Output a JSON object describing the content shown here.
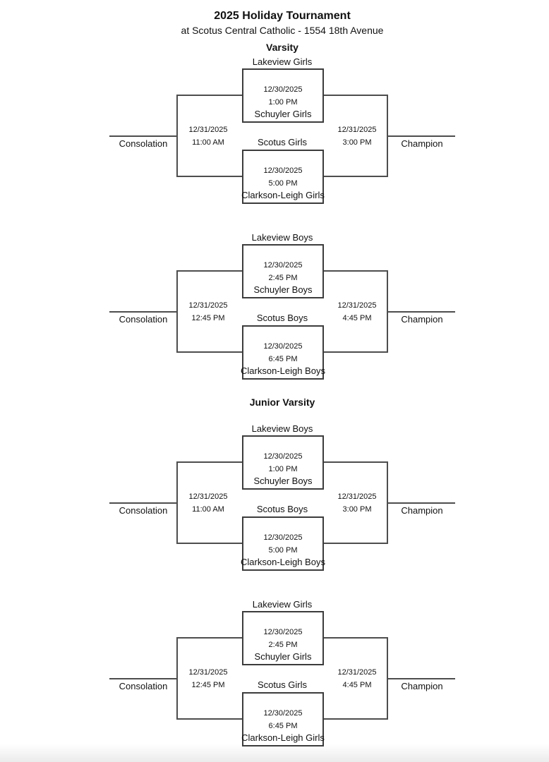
{
  "header": {
    "title": "2025 Holiday Tournament",
    "subtitle": "at Scotus Central Catholic - 1554 18th Avenue"
  },
  "colors": {
    "background": "#ffffff",
    "bracket_line": "#4d4d4d",
    "game_box_border": "#3c3c3c",
    "text": "#111111"
  },
  "sections": [
    {
      "heading": "Varsity",
      "brackets": [
        {
          "id": "varsity-girls",
          "team_top": "Lakeview Girls",
          "game1": {
            "date": "12/30/2025",
            "time": "1:00 PM",
            "team_bottom": "Schuyler Girls"
          },
          "game2": {
            "team_top": "Scotus Girls",
            "date": "12/30/2025",
            "time": "5:00 PM",
            "team_bottom": "Clarkson-Leigh Girls"
          },
          "consolation": {
            "label": "Consolation",
            "date": "12/31/2025",
            "time": "11:00 AM"
          },
          "final": {
            "label": "Champion",
            "date": "12/31/2025",
            "time": "3:00 PM"
          }
        },
        {
          "id": "varsity-boys",
          "team_top": "Lakeview Boys",
          "game1": {
            "date": "12/30/2025",
            "time": "2:45 PM",
            "team_bottom": "Schuyler Boys"
          },
          "game2": {
            "team_top": "Scotus Boys",
            "date": "12/30/2025",
            "time": "6:45 PM",
            "team_bottom": "Clarkson-Leigh Boys"
          },
          "consolation": {
            "label": "Consolation",
            "date": "12/31/2025",
            "time": "12:45 PM"
          },
          "final": {
            "label": "Champion",
            "date": "12/31/2025",
            "time": "4:45 PM"
          }
        }
      ]
    },
    {
      "heading": "Junior Varsity",
      "brackets": [
        {
          "id": "jv-boys",
          "team_top": "Lakeview Boys",
          "game1": {
            "date": "12/30/2025",
            "time": "1:00 PM",
            "team_bottom": "Schuyler Boys"
          },
          "game2": {
            "team_top": "Scotus Boys",
            "date": "12/30/2025",
            "time": "5:00 PM",
            "team_bottom": "Clarkson-Leigh Boys"
          },
          "consolation": {
            "label": "Consolation",
            "date": "12/31/2025",
            "time": "11:00 AM"
          },
          "final": {
            "label": "Champion",
            "date": "12/31/2025",
            "time": "3:00 PM"
          }
        },
        {
          "id": "jv-girls",
          "team_top": "Lakeview Girls",
          "game1": {
            "date": "12/30/2025",
            "time": "2:45 PM",
            "team_bottom": "Schuyler Girls"
          },
          "game2": {
            "team_top": "Scotus Girls",
            "date": "12/30/2025",
            "time": "6:45 PM",
            "team_bottom": "Clarkson-Leigh Girls"
          },
          "consolation": {
            "label": "Consolation",
            "date": "12/31/2025",
            "time": "12:45 PM"
          },
          "final": {
            "label": "Champion",
            "date": "12/31/2025",
            "time": "4:45 PM"
          }
        }
      ]
    }
  ]
}
